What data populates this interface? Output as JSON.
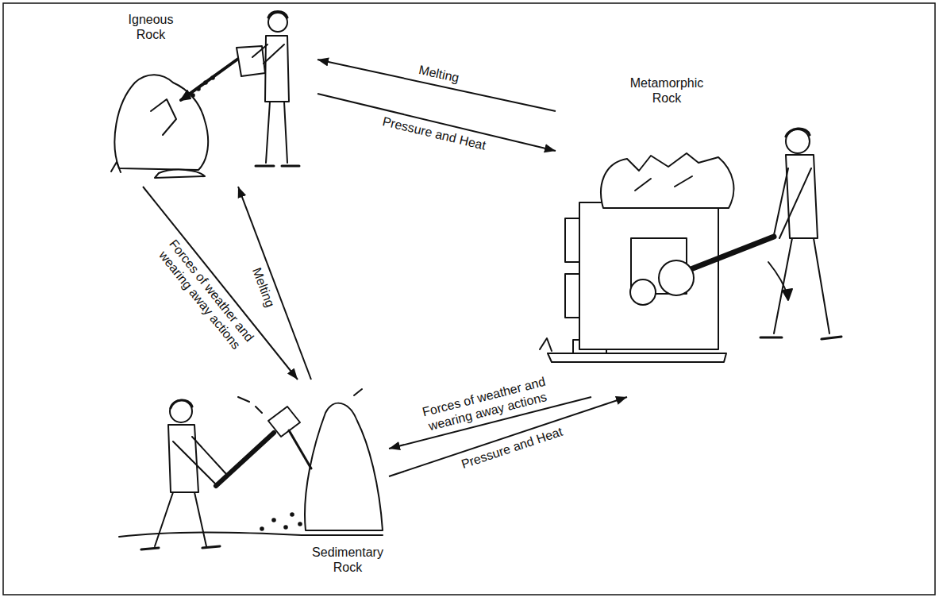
{
  "diagram": {
    "nodes": [
      {
        "text": [
          "Igneous Rock"
        ]
      },
      {
        "text": [
          "Metamorphic Rock"
        ]
      },
      {
        "text": [
          "Sedimentary Rock"
        ]
      }
    ],
    "edges": [
      {
        "from": 1,
        "to": 0,
        "arrow": "to",
        "label": "Melting"
      },
      {
        "from": 0,
        "to": 1,
        "arrow": "to",
        "label": "Pressure and Heat"
      },
      {
        "from": 0,
        "to": 2,
        "arrow": "to",
        "label": "Forces of weather and wearing away actions"
      },
      {
        "from": 2,
        "to": 0,
        "arrow": "to",
        "label": "Melting"
      },
      {
        "from": 1,
        "to": 2,
        "arrow": "to",
        "label": "Forces of weather and wearing away actions"
      },
      {
        "from": 2,
        "to": 1,
        "arrow": "to",
        "label": "Pressure and Heat"
      }
    ]
  }
}
